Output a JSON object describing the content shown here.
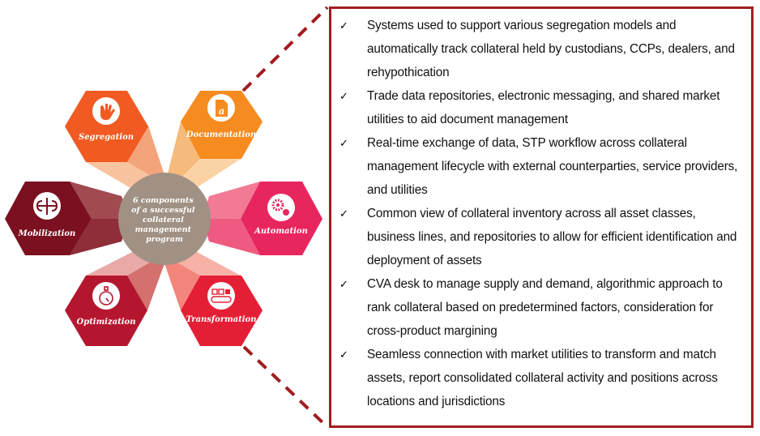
{
  "colors": {
    "segregation": "#f15a22",
    "documentation": "#f68b1f",
    "mobilization": "#7a1020",
    "automation": "#e8265e",
    "optimization": "#b5162f",
    "transformation": "#e41f35",
    "center": "#a09184",
    "callout_border": "#a11d21"
  },
  "center": {
    "lines": [
      "6 components",
      "of a successful",
      "collateral",
      "management",
      "program"
    ]
  },
  "components": [
    {
      "key": "segregation",
      "label": "Segregation",
      "icon": "hand-icon"
    },
    {
      "key": "documentation",
      "label": "Documentation",
      "icon": "document-icon"
    },
    {
      "key": "mobilization",
      "label": "Mobilization",
      "icon": "mobilization-icon"
    },
    {
      "key": "automation",
      "label": "Automation",
      "icon": "gears-icon"
    },
    {
      "key": "optimization",
      "label": "Optimization",
      "icon": "stopwatch-icon"
    },
    {
      "key": "transformation",
      "label": "Transformation",
      "icon": "conveyor-icon"
    }
  ],
  "callout": {
    "bullet_glyph": "✓",
    "items": [
      {
        "text": "Systems used to support various segregation models and automatically track collateral held by custodians, CCPs, dealers, and rehypothication"
      },
      {
        "text": "Trade data repositories, electronic messaging, and shared market utilities to aid document management"
      },
      {
        "text": "Real-time exchange of data, STP workflow across collateral management lifecycle with external counterparties, service providers, and utilities"
      },
      {
        "text": "Common view of collateral inventory across all asset classes, business lines, and repositories to allow for efficient identification and deployment of assets"
      },
      {
        "text": "CVA desk to manage supply and demand, algorithmic approach to rank collateral based on predetermined factors, consideration for cross-product margining"
      },
      {
        "text": "Seamless connection with market utilities to transform and match assets, report consolidated collateral activity and positions across locations and jurisdictions"
      }
    ]
  }
}
